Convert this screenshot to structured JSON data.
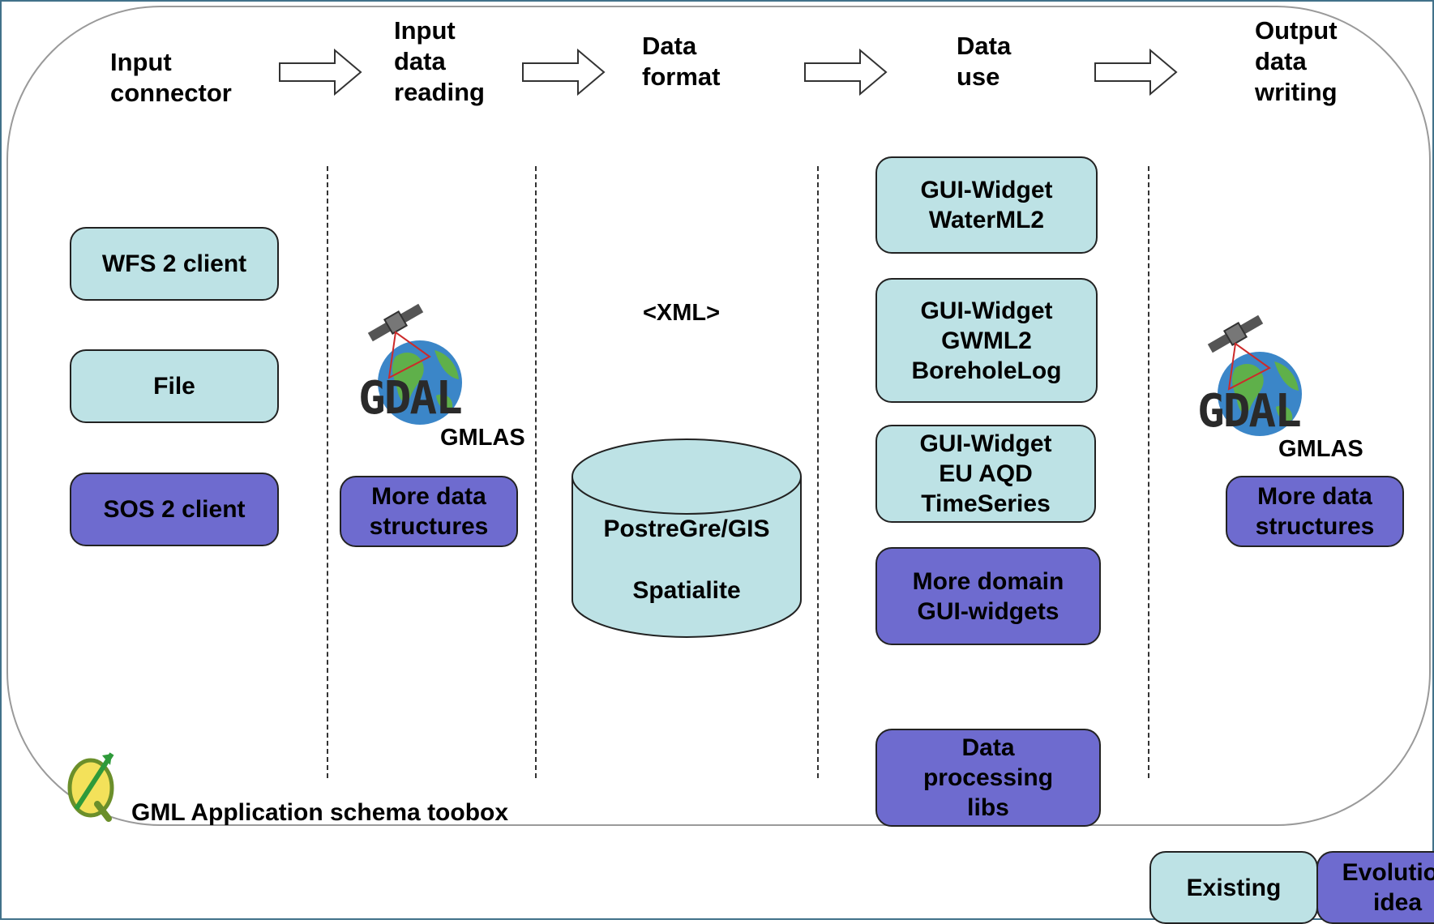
{
  "stages": [
    {
      "label": "Input\nconnector"
    },
    {
      "label": "Input\ndata\nreading"
    },
    {
      "label": "Data\nformat"
    },
    {
      "label": "Data\nuse"
    },
    {
      "label": "Output\ndata\nwriting"
    }
  ],
  "input_connectors": [
    {
      "label": "WFS 2 client",
      "status": "existing"
    },
    {
      "label": "File",
      "status": "existing"
    },
    {
      "label": "SOS 2 client",
      "status": "evolution"
    }
  ],
  "input_reading": {
    "logo_text": "GDAL",
    "logo_subtext": "GMLAS",
    "more_label": "More data\nstructures"
  },
  "data_format": {
    "xml_label": "<XML>",
    "db_label": "PostreGre/GIS\n\nSpatialite"
  },
  "data_use": [
    {
      "label": "GUI-Widget\nWaterML2",
      "status": "existing"
    },
    {
      "label": "GUI-Widget\nGWML2\nBoreholeLog",
      "status": "existing"
    },
    {
      "label": "GUI-Widget\nEU AQD\nTimeSeries",
      "status": "existing"
    },
    {
      "label": "More domain\nGUI-widgets",
      "status": "evolution"
    },
    {
      "label": "Data\nprocessing\nlibs",
      "status": "evolution"
    }
  ],
  "output_writing": {
    "logo_text": "GDAL",
    "logo_subtext": "GMLAS",
    "more_label": "More data\nstructures"
  },
  "footer": {
    "title": "GML Application schema toobox"
  },
  "legend": {
    "existing_label": "Existing",
    "evolution_label": "Evolution\nidea"
  },
  "colors": {
    "existing": "#bde2e5",
    "evolution": "#6e6bcf",
    "frame": "#41718a"
  }
}
